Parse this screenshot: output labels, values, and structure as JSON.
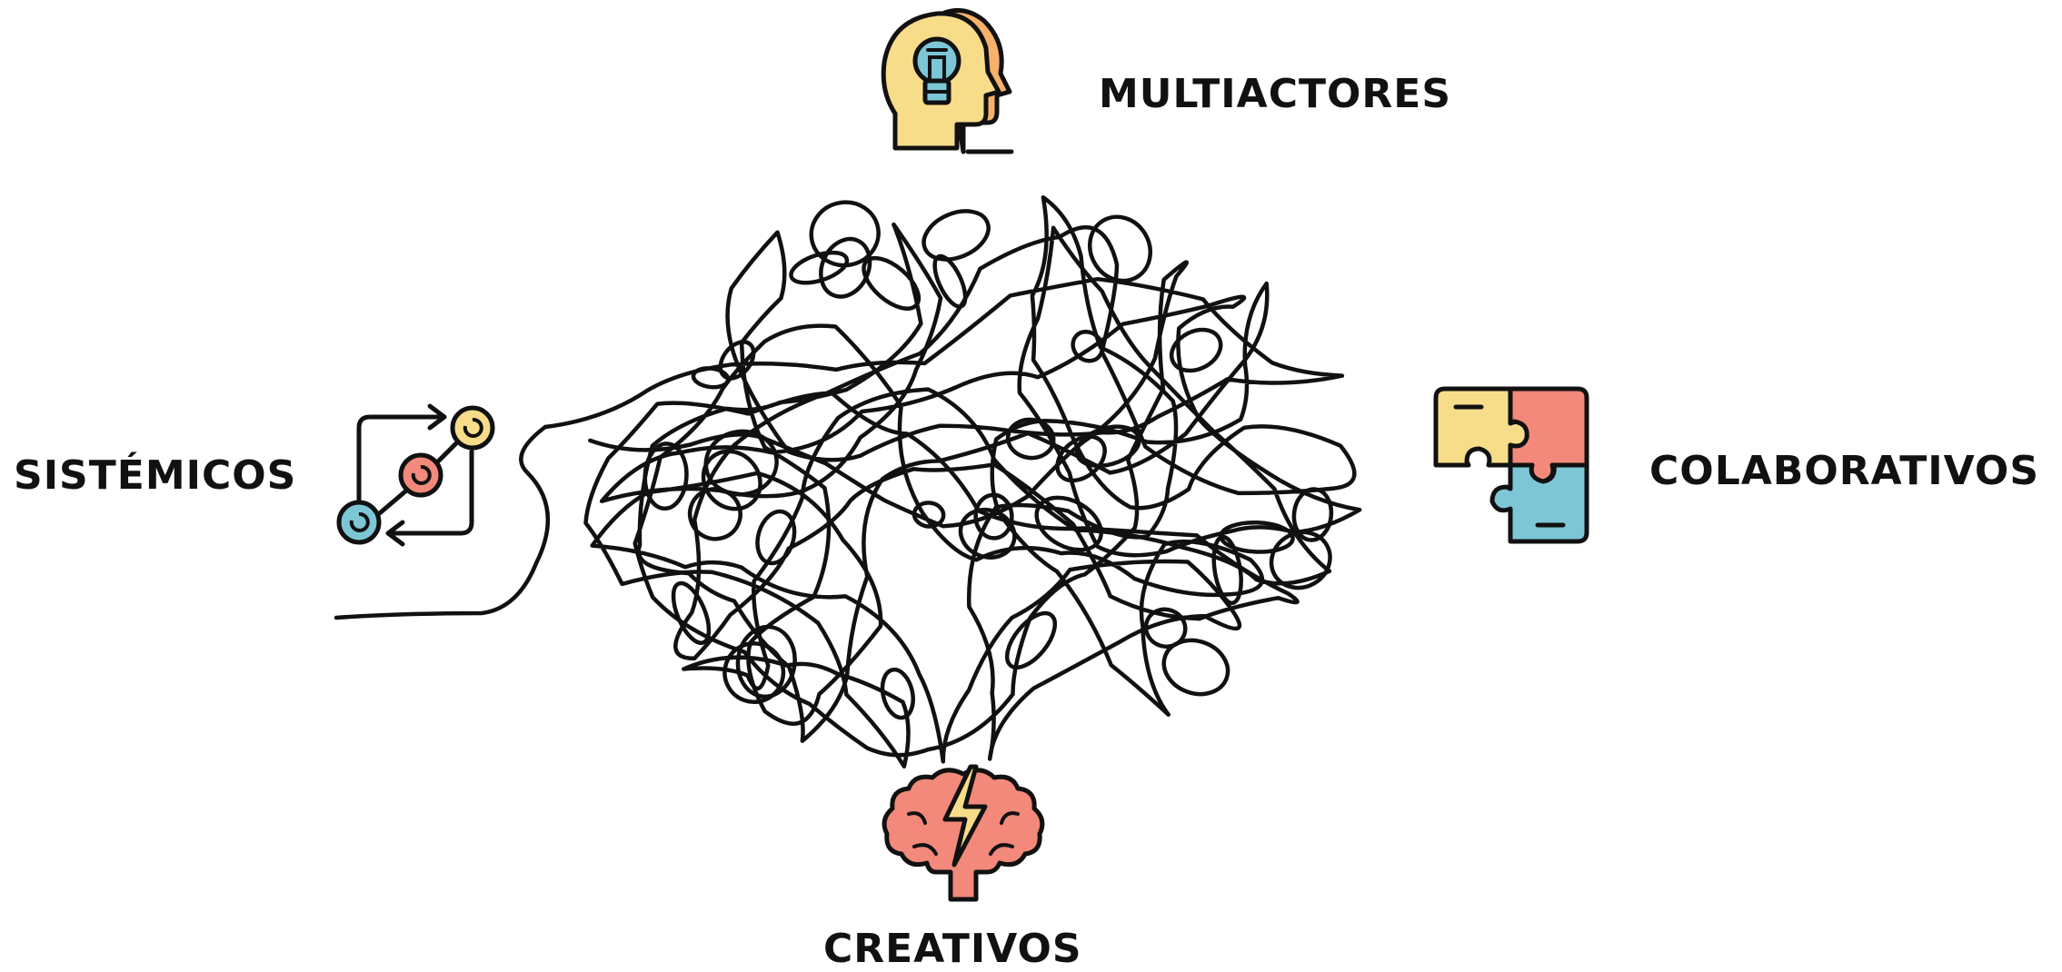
{
  "diagram": {
    "labels": {
      "multiactores": "MULTIACTORES",
      "sistemicos": "SISTÉMICOS",
      "colaborativos": "COLABORATIVOS",
      "creativos": "CREATIVOS"
    },
    "icons": {
      "multiactores": "two-heads-lightbulb-icon",
      "sistemicos": "process-flow-icon",
      "colaborativos": "puzzle-pieces-icon",
      "creativos": "brain-lightning-icon"
    },
    "colors": {
      "stroke": "#111111",
      "yellow": "#F7DC8A",
      "orange": "#F6B26B",
      "teal": "#7CC6D6",
      "salmon": "#F2897A"
    }
  }
}
